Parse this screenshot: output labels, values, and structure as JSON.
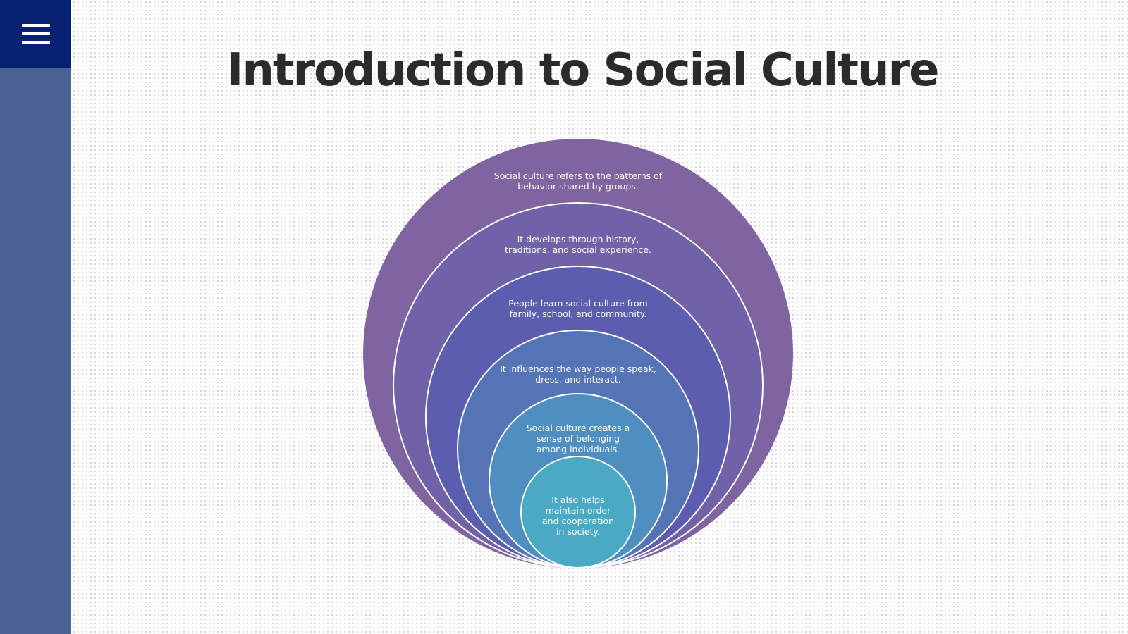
{
  "sidebar": {
    "menu_icon": "hamburger-menu-icon",
    "colors": {
      "panel": "#4a6293",
      "menu_button": "#072272"
    }
  },
  "slide": {
    "title": "Introduction to Social Culture"
  },
  "diagram": {
    "type": "nested-circles",
    "rings": [
      {
        "text": "Social culture refers to the patterns of behavior shared by groups.",
        "color": "#8064a0"
      },
      {
        "text": "It develops through history, traditions, and social experience.",
        "color": "#6f62a8"
      },
      {
        "text": "People learn social culture from family, school, and community.",
        "color": "#5b5eae"
      },
      {
        "text": "It influences the way people speak, dress, and interact.",
        "color": "#5474b6"
      },
      {
        "text": "Social culture creates a sense of belonging among individuals.",
        "color": "#4f8ec0"
      },
      {
        "text": "It also helps maintain order and cooperation in society.",
        "color": "#4aaac5"
      }
    ]
  }
}
